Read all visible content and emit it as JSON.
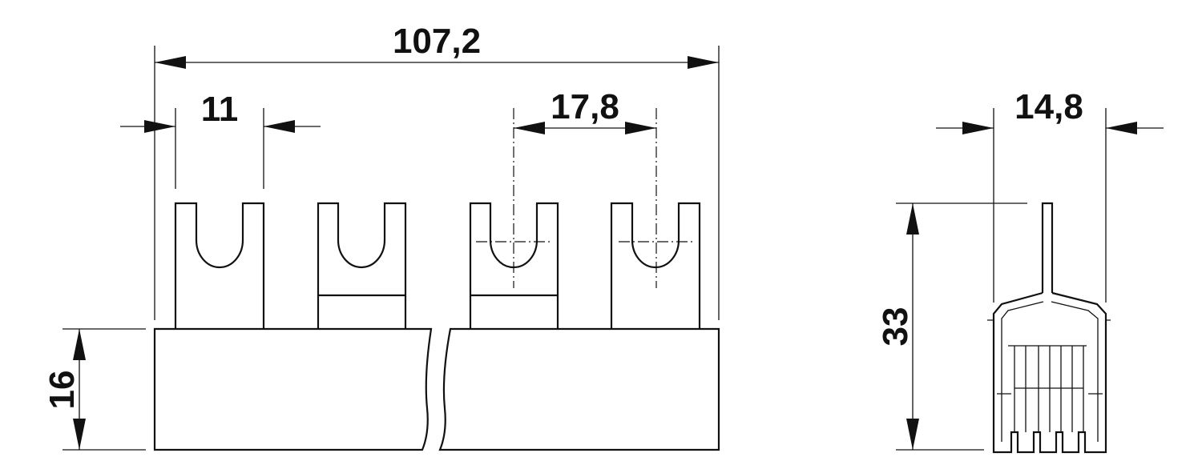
{
  "drawing": {
    "front_view": {
      "overall_length": "107,2",
      "fork_width": "11",
      "pitch": "17,8",
      "height": "16"
    },
    "side_view": {
      "width": "14,8",
      "height": "33"
    }
  }
}
